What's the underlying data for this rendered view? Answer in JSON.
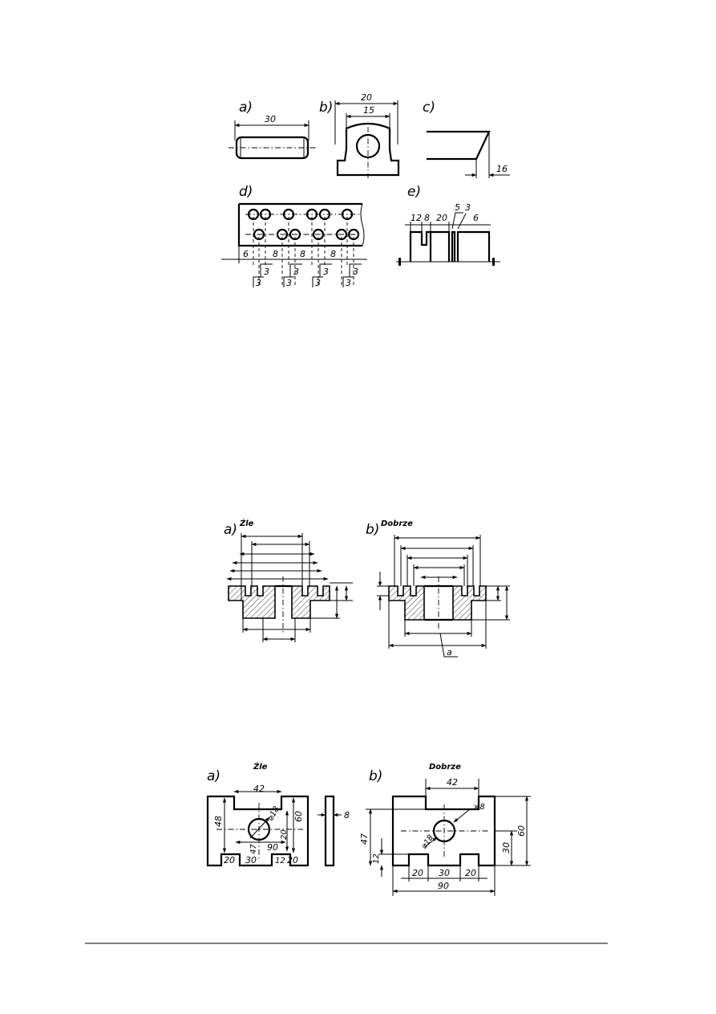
{
  "figure1": {
    "a": {
      "label": "a)",
      "dims": [
        "30"
      ]
    },
    "b": {
      "label": "b)",
      "dims": [
        "20",
        "15"
      ]
    },
    "c": {
      "label": "c)",
      "dims": [
        "16"
      ]
    },
    "d": {
      "label": "d)",
      "dims": [
        "6",
        "8",
        "8",
        "8",
        "3",
        "3",
        "3",
        "3",
        "3",
        "3",
        "3",
        "3"
      ]
    },
    "e": {
      "label": "e)",
      "dims": [
        "12",
        "8",
        "20",
        "5",
        "3",
        "6"
      ]
    }
  },
  "figure2": {
    "a": {
      "label": "a)",
      "title": "Źle"
    },
    "b": {
      "label": "b)",
      "title": "Dobrze",
      "dims": [
        "a"
      ]
    }
  },
  "figure3": {
    "a": {
      "label": "a)",
      "title": "Źle",
      "dims": [
        "42",
        "48",
        "60",
        "20",
        "47",
        "90",
        "20",
        "30",
        "12",
        "20",
        "8",
        "⌀18"
      ]
    },
    "b": {
      "label": "b)",
      "title": "Dobrze",
      "dims": [
        "42",
        "×8",
        "⌀18",
        "47",
        "12",
        "60",
        "30",
        "20",
        "30",
        "20",
        "90"
      ]
    }
  }
}
